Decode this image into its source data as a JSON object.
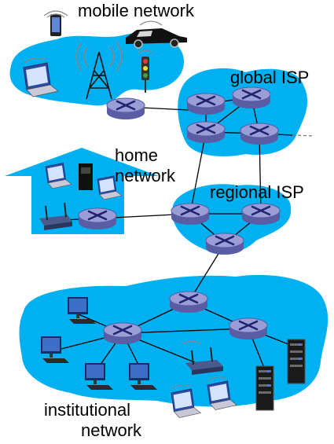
{
  "labels": {
    "mobile_network": "mobile network",
    "global_isp": "global ISP",
    "home_network_line1": "home",
    "home_network_line2": "network",
    "regional_isp": "regional ISP",
    "institutional_network_line1": "institutional",
    "institutional_network_line2": "network"
  },
  "colors": {
    "cloud": "#00b0f0",
    "router_body": "#9b9ed6",
    "router_side": "#5a5da3",
    "link": "#000000"
  },
  "icons": [
    "smartphone-icon",
    "car-icon",
    "cell-tower-icon",
    "traffic-light-icon",
    "laptop-icon",
    "router-icon",
    "desktop-computer-icon",
    "wifi-access-point-icon",
    "server-rack-icon",
    "house-icon"
  ]
}
